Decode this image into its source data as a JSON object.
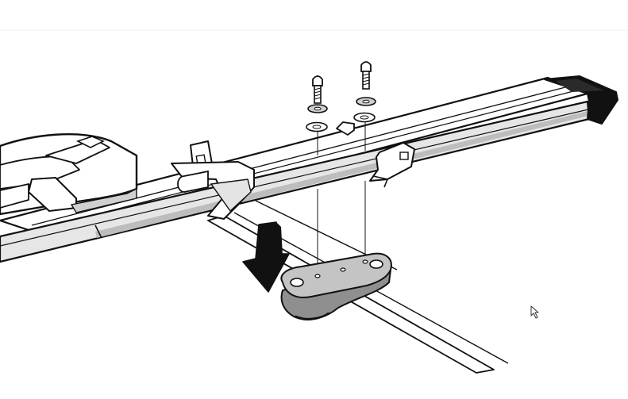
{
  "diagram": {
    "kind": "assembly-instruction-illustration",
    "components": [
      "roof-rack-crossbar",
      "bike-carrier-rail",
      "front-wheel-holder",
      "frame-clamp-strap",
      "rear-strap",
      "mounting-bracket",
      "bolt",
      "toothed-lock-washer",
      "flat-washer",
      "installation-arrow",
      "mouse-cursor"
    ],
    "bolt_count": 2,
    "arrow_direction": "down",
    "colors": {
      "line": "#111111",
      "fill": "#ffffff",
      "rail_shade": "#d9d9d9",
      "bracket_fill": "#9a9a9a",
      "bracket_light": "#c8c8c8",
      "end_cap": "#111111",
      "background": "#ffffff"
    }
  }
}
